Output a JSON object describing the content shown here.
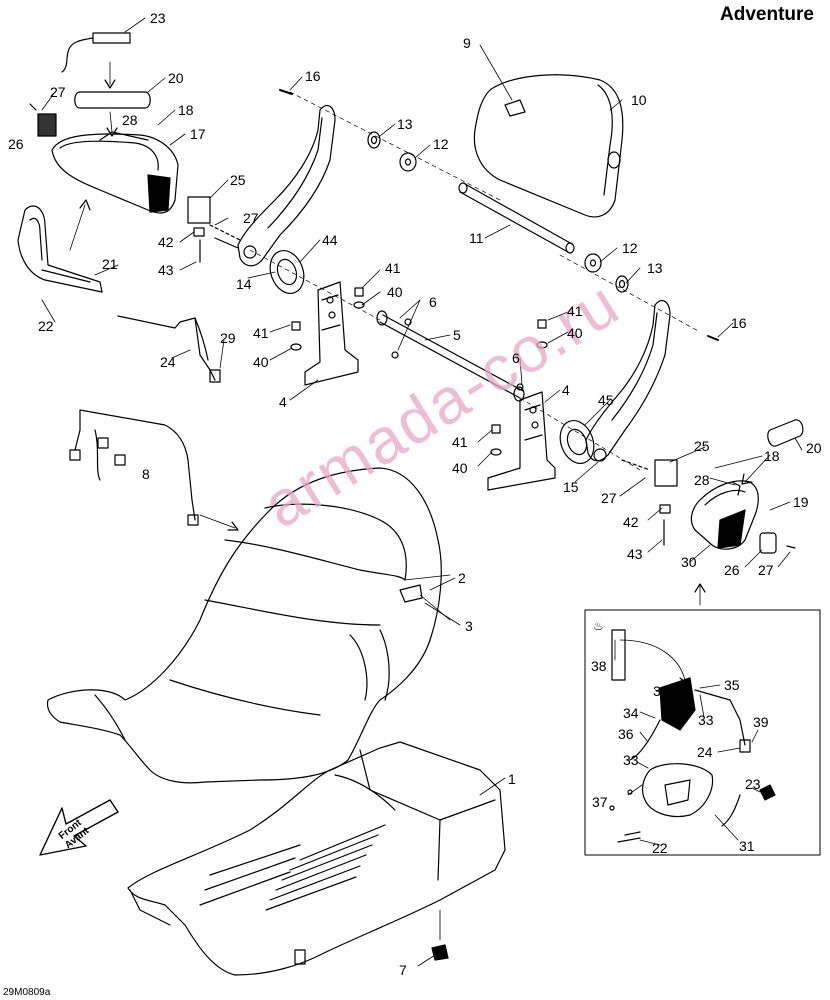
{
  "title": "Adventure",
  "drawing_code": "29M0809a",
  "watermark": "armada-co.ru",
  "front_arrow": {
    "line1": "Front",
    "line2": "Avant"
  },
  "heated_icon": "heated-grip-icon",
  "callouts": [
    "23",
    "20",
    "27",
    "18",
    "28",
    "17",
    "26",
    "25",
    "27",
    "42",
    "43",
    "21",
    "22",
    "24",
    "29",
    "8",
    "16",
    "13",
    "12",
    "9",
    "10",
    "11",
    "44",
    "41",
    "40",
    "6",
    "5",
    "14",
    "41",
    "40",
    "4",
    "12",
    "13",
    "16",
    "41",
    "40",
    "6",
    "4",
    "45",
    "41",
    "40",
    "15",
    "25",
    "18",
    "20",
    "27",
    "28",
    "19",
    "42",
    "43",
    "30",
    "26",
    "27",
    "2",
    "3",
    "38",
    "35",
    "32",
    "33",
    "34",
    "36",
    "39",
    "24",
    "33",
    "37",
    "23",
    "22",
    "31",
    "1",
    "7"
  ]
}
